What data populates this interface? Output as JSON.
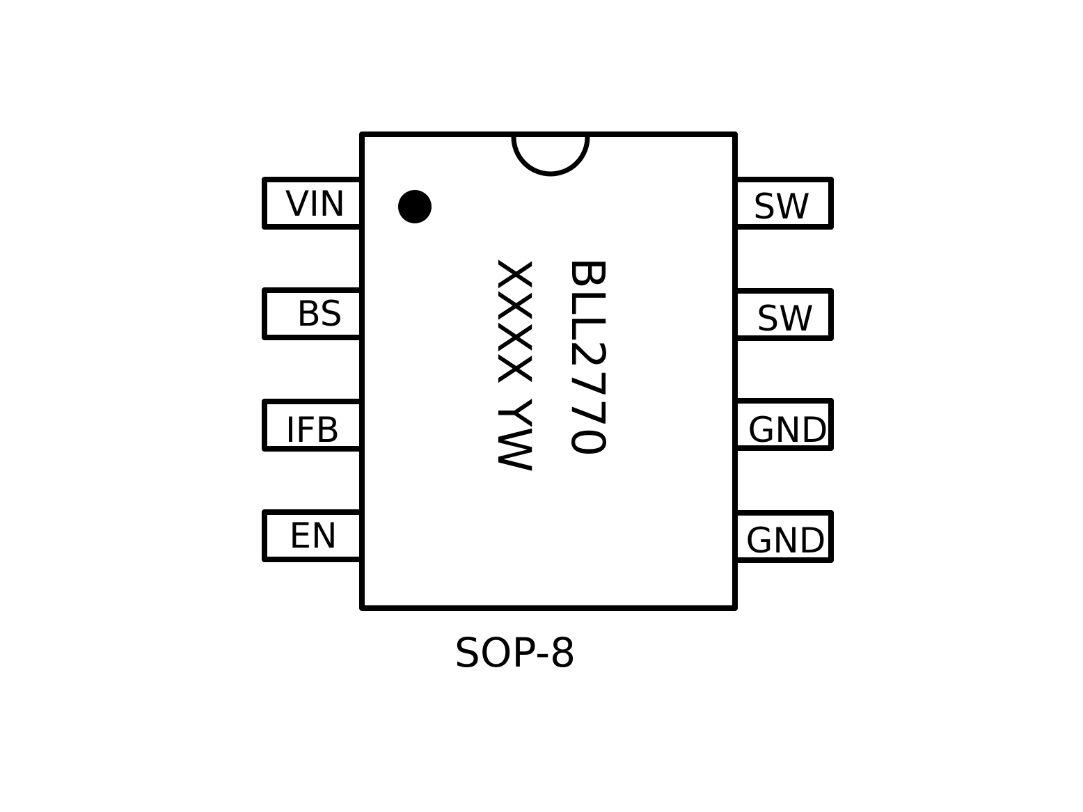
{
  "chip": {
    "part_number": "BLL2770",
    "marking_code": "XXXX YW",
    "package": "SOP-8"
  },
  "pins": {
    "left": [
      "VIN",
      "BS",
      "IFB",
      "EN"
    ],
    "right": [
      "SW",
      "SW",
      "GND",
      "GND"
    ]
  },
  "colors": {
    "stroke": "#000000",
    "background": "#ffffff"
  }
}
